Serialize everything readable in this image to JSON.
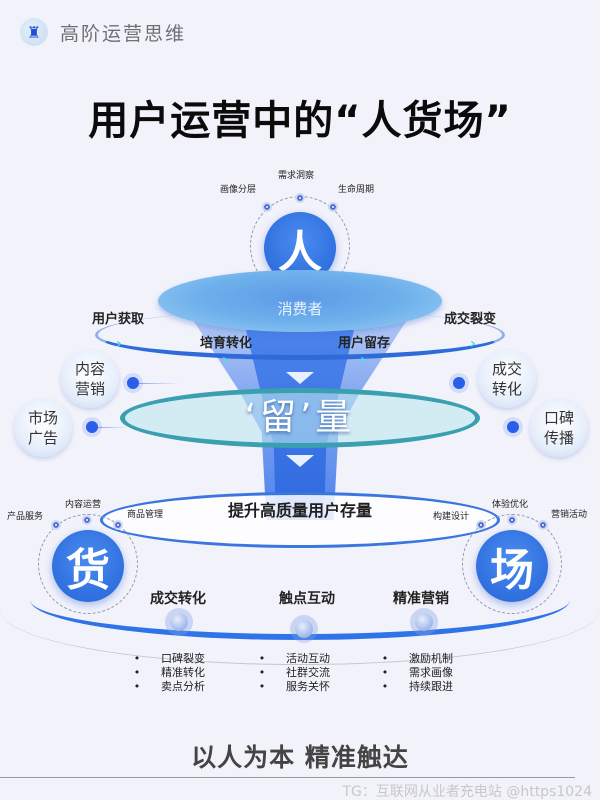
{
  "header": {
    "logo_icon": "chess-rook-icon",
    "logo_glyph": "♜",
    "brand": "高阶运营思维"
  },
  "title": "用户运营中的“人货场”",
  "people": {
    "glyph": "人",
    "tags": [
      "画像分层",
      "需求洞察",
      "生命周期"
    ]
  },
  "funnel": {
    "top_label": "消费者",
    "loop": {
      "left_label": "用户获取",
      "right_label": "成交裂变",
      "inner_left": "培育转化",
      "inner_right": "用户留存"
    },
    "middle_label": "‘留’量",
    "bottom_label": "提升高质量用户存量"
  },
  "side_bubbles": {
    "left": [
      "内容\n营销",
      "市场\n广告"
    ],
    "right": [
      "成交\n转化",
      "口碑\n传播"
    ]
  },
  "goods": {
    "glyph": "货",
    "tags": [
      "产品服务",
      "内容运营",
      "商品管理"
    ]
  },
  "place": {
    "glyph": "场",
    "tags": [
      "构建设计",
      "体验优化",
      "营销活动"
    ]
  },
  "stages": [
    {
      "label": "成交转化",
      "items": [
        "口碑裂变",
        "精准转化",
        "卖点分析"
      ]
    },
    {
      "label": "触点互动",
      "items": [
        "活动互动",
        "社群交流",
        "服务关怀"
      ]
    },
    {
      "label": "精准营销",
      "items": [
        "激励机制",
        "需求画像",
        "持续跟进"
      ]
    }
  ],
  "bullet_char": "•",
  "slogan": "以人为本 精准触达",
  "watermark": "TG：互联网从业者充电站 @https1024",
  "colors": {
    "background": "#f2f2fb",
    "primary_blue": "#2363d8",
    "teal_ring": "#3aa0b0",
    "accent_cyan": "#3ee0e6"
  }
}
